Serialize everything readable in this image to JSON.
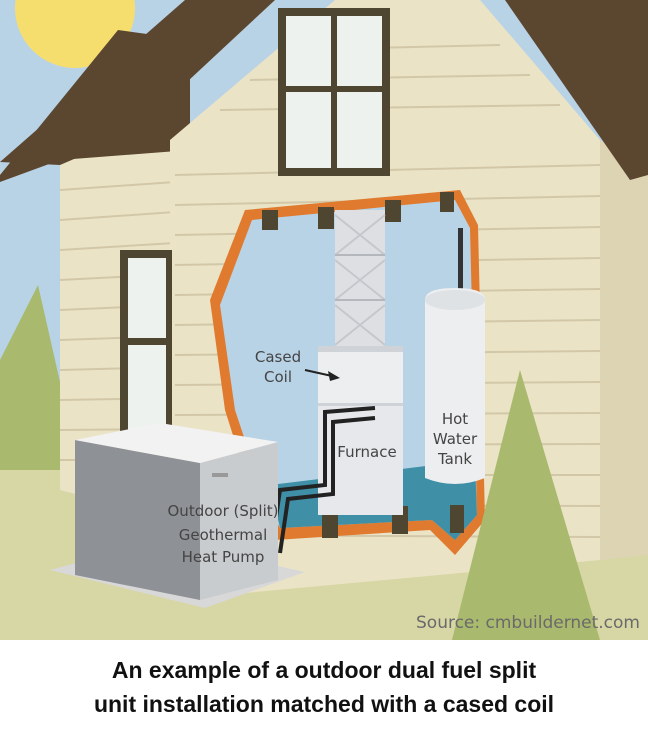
{
  "labels": {
    "cased_coil": [
      "Cased",
      "Coil"
    ],
    "furnace": "Furnace",
    "hot_water_tank": [
      "Hot",
      "Water",
      "Tank"
    ],
    "outdoor_unit": [
      "Outdoor (Split)",
      "Geothermal",
      "Heat Pump"
    ]
  },
  "source": "Source: cmbuildernet.com",
  "caption": {
    "line1": "An example of a outdoor dual fuel split",
    "line2": "unit installation matched with a cased coil"
  },
  "colors": {
    "sky": "#b9d3e6",
    "siding": "#ebe3c6",
    "roof": "#5b4630",
    "trim": "#4f4631",
    "insulation": "#e07a2e",
    "water": "#3f8fa6",
    "sun": "#f6de6e",
    "tree": "#a9b96d"
  }
}
